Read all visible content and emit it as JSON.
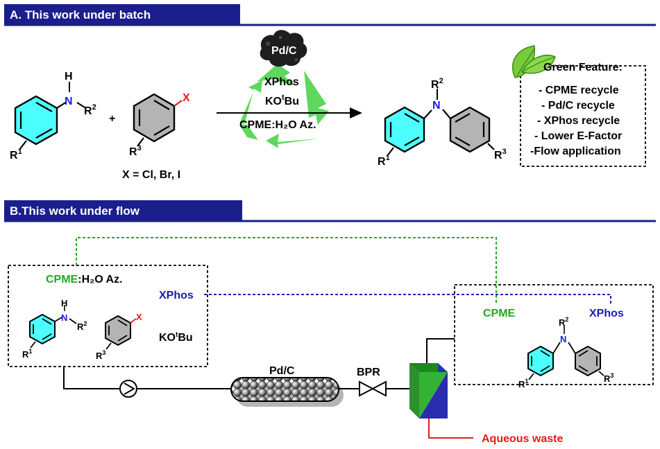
{
  "section_a": {
    "title": "A. This work under batch"
  },
  "section_b": {
    "title": "B.This work under flow"
  },
  "batch": {
    "amine": {
      "N": "N",
      "H": "H",
      "R2": "R",
      "R2_sup": "2",
      "R1": "R",
      "R1_sup": "1"
    },
    "plus": "+",
    "halide": {
      "X": "X",
      "R3": "R",
      "R3_sup": "3",
      "caption": "X = Cl, Br, I"
    },
    "catalyst": "Pd/C",
    "ligand": "XPhos",
    "base_main": "KO",
    "base_sup": "t",
    "base_tail": "Bu",
    "solvent": "CPME:H₂O Az.",
    "product": {
      "N": "N",
      "R2": "R",
      "R2_sup": "2",
      "R1": "R",
      "R1_sup": "1",
      "R3": "R",
      "R3_sup": "3"
    },
    "green_feature": {
      "title": "Green Feature:",
      "items": [
        "- CPME recycle",
        "- Pd/C recycle",
        "- XPhos recycle",
        "- Lower E-Factor",
        "-Flow application"
      ]
    }
  },
  "flow": {
    "solvent_green": "CPME",
    "solvent_black": ":H₂O Az.",
    "xphos_left": "XPhos",
    "base_main": "KO",
    "base_sup": "t",
    "base_tail": "Bu",
    "column_label": "Pd/C",
    "bpr_label": "BPR",
    "cpme_right": "CPME",
    "xphos_right": "XPhos",
    "waste_label": "Aqueous waste",
    "amine": {
      "N": "N",
      "H": "H",
      "R2": "R",
      "R2_sup": "2",
      "R1": "R",
      "R1_sup": "1"
    },
    "halide": {
      "X": "X",
      "R3": "R",
      "R3_sup": "3"
    },
    "product": {
      "N": "N",
      "R2": "R",
      "R2_sup": "2",
      "R1": "R",
      "R1_sup": "1",
      "R3": "R",
      "R3_sup": "3"
    }
  },
  "colors": {
    "header_bg": "#1a1f8c",
    "nitrogen": "#1a1ae6",
    "halogen": "#e61a1a",
    "cyan_ring": "#4dffff",
    "gray_ring": "#b4b4b4",
    "green": "#21a821",
    "recycle_green": "#55d655",
    "blue_dash": "#1a1ab4",
    "waste_red": "#e61a1a"
  },
  "icons": [
    "leaf-icon",
    "pump-icon",
    "bpr-valve-icon",
    "separator-icon",
    "catalyst-powder-icon",
    "recycle-arrows-icon"
  ]
}
